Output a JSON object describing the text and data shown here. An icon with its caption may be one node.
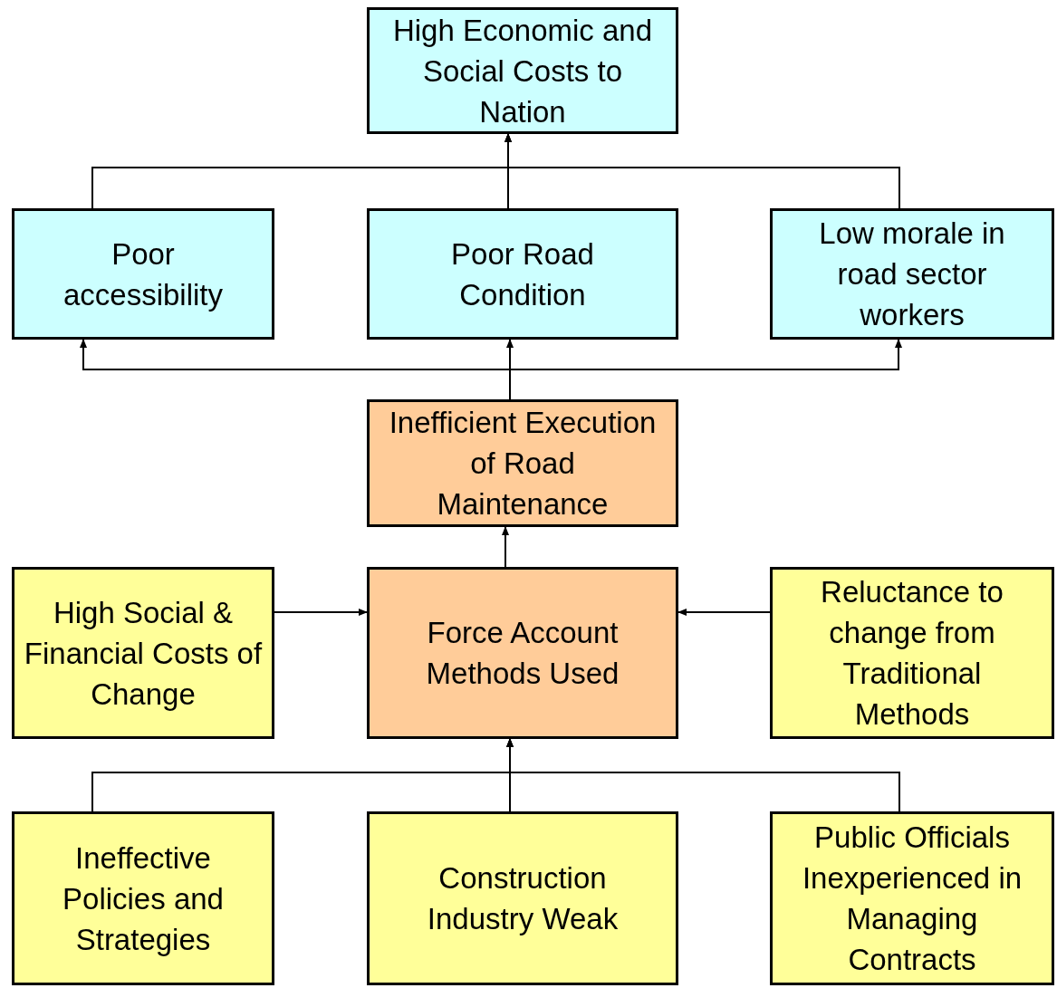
{
  "diagram": {
    "nodes": [
      {
        "text": [
          "High Economic and Social Costs to Nation"
        ]
      },
      {
        "text": [
          "Poor accessibility"
        ]
      },
      {
        "text": [
          "Poor Road Condition"
        ]
      },
      {
        "text": [
          "Low morale in road sector workers"
        ]
      },
      {
        "text": [
          "Inefficient Execution of Road Maintenance"
        ]
      },
      {
        "text": [
          "High Social & Financial Costs of Change"
        ]
      },
      {
        "text": [
          "Force Account Methods Used"
        ]
      },
      {
        "text": [
          "Reluctance to change from Traditional Methods"
        ]
      },
      {
        "text": [
          "Ineffective Policies and Strategies"
        ]
      },
      {
        "text": [
          "Construction Industry Weak"
        ]
      },
      {
        "text": [
          "Public Officials Inexperienced in Managing Contracts"
        ]
      }
    ],
    "edges": [
      {
        "from": 1,
        "to": 0,
        "arrow": "to"
      },
      {
        "from": 2,
        "to": 0,
        "arrow": "to"
      },
      {
        "from": 3,
        "to": 0,
        "arrow": "to"
      },
      {
        "from": 4,
        "to": 1,
        "arrow": "to"
      },
      {
        "from": 4,
        "to": 2,
        "arrow": "to"
      },
      {
        "from": 4,
        "to": 3,
        "arrow": "to"
      },
      {
        "from": 6,
        "to": 4,
        "arrow": "to"
      },
      {
        "from": 5,
        "to": 6,
        "arrow": "to"
      },
      {
        "from": 7,
        "to": 6,
        "arrow": "to"
      },
      {
        "from": 8,
        "to": 6,
        "arrow": "to"
      },
      {
        "from": 9,
        "to": 6,
        "arrow": "to"
      },
      {
        "from": 10,
        "to": 6,
        "arrow": "to"
      }
    ]
  }
}
